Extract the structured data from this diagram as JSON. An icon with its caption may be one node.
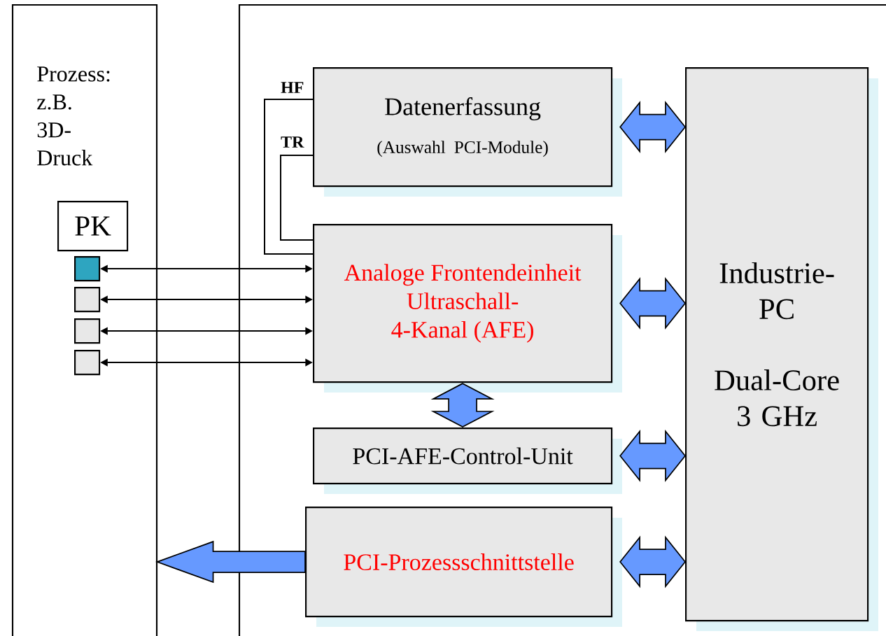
{
  "diagram": {
    "nodes": [
      {
        "text": [
          "Prozess: z.B. 3D-Druck"
        ]
      },
      {
        "text": [],
        "shape": "box"
      },
      {
        "text": [
          "PK"
        ],
        "in": 0
      },
      {
        "text": [],
        "shape": "box",
        "in": 0
      },
      {
        "text": [],
        "shape": "box",
        "in": 0
      },
      {
        "text": [],
        "shape": "box",
        "in": 0
      },
      {
        "text": [],
        "shape": "box",
        "in": 0
      },
      {
        "text": [
          "Datenerfassung",
          "(Auswahl PCI-Module)"
        ],
        "in": 1
      },
      {
        "text": [
          "Analoge Frontendeinheit Ultraschall- 4-Kanal (AFE)"
        ],
        "in": 1
      },
      {
        "text": [
          "PCI-AFE-Control-Unit"
        ],
        "in": 1
      },
      {
        "text": [
          "PCI-Prozessschnittstelle"
        ],
        "in": 1
      },
      {
        "text": [
          "Industrie- PC",
          "Dual-Core 3 GHz"
        ],
        "in": 1
      }
    ],
    "edges": [
      {
        "from": 3,
        "to": 8,
        "arrow": "both"
      },
      {
        "from": 4,
        "to": 8,
        "arrow": "both"
      },
      {
        "from": 5,
        "to": 8,
        "arrow": "both"
      },
      {
        "from": 6,
        "to": 8,
        "arrow": "both"
      },
      {
        "from": 7,
        "to": 8,
        "arrow": "none",
        "label": "HF"
      },
      {
        "from": 7,
        "to": 8,
        "arrow": "none",
        "label": "TR"
      },
      {
        "from": 7,
        "to": 11,
        "arrow": "both",
        "style": "thick",
        "color": "#6699ff"
      },
      {
        "from": 8,
        "to": 11,
        "arrow": "both",
        "style": "thick",
        "color": "#6699ff"
      },
      {
        "from": 8,
        "to": 9,
        "arrow": "both",
        "style": "thick",
        "color": "#6699ff"
      },
      {
        "from": 9,
        "to": 11,
        "arrow": "both",
        "style": "thick",
        "color": "#6699ff"
      },
      {
        "from": 10,
        "to": 11,
        "arrow": "both",
        "style": "thick",
        "color": "#6699ff"
      },
      {
        "from": 10,
        "to": 0,
        "arrow": "to",
        "style": "thick",
        "color": "#6699ff"
      }
    ]
  }
}
